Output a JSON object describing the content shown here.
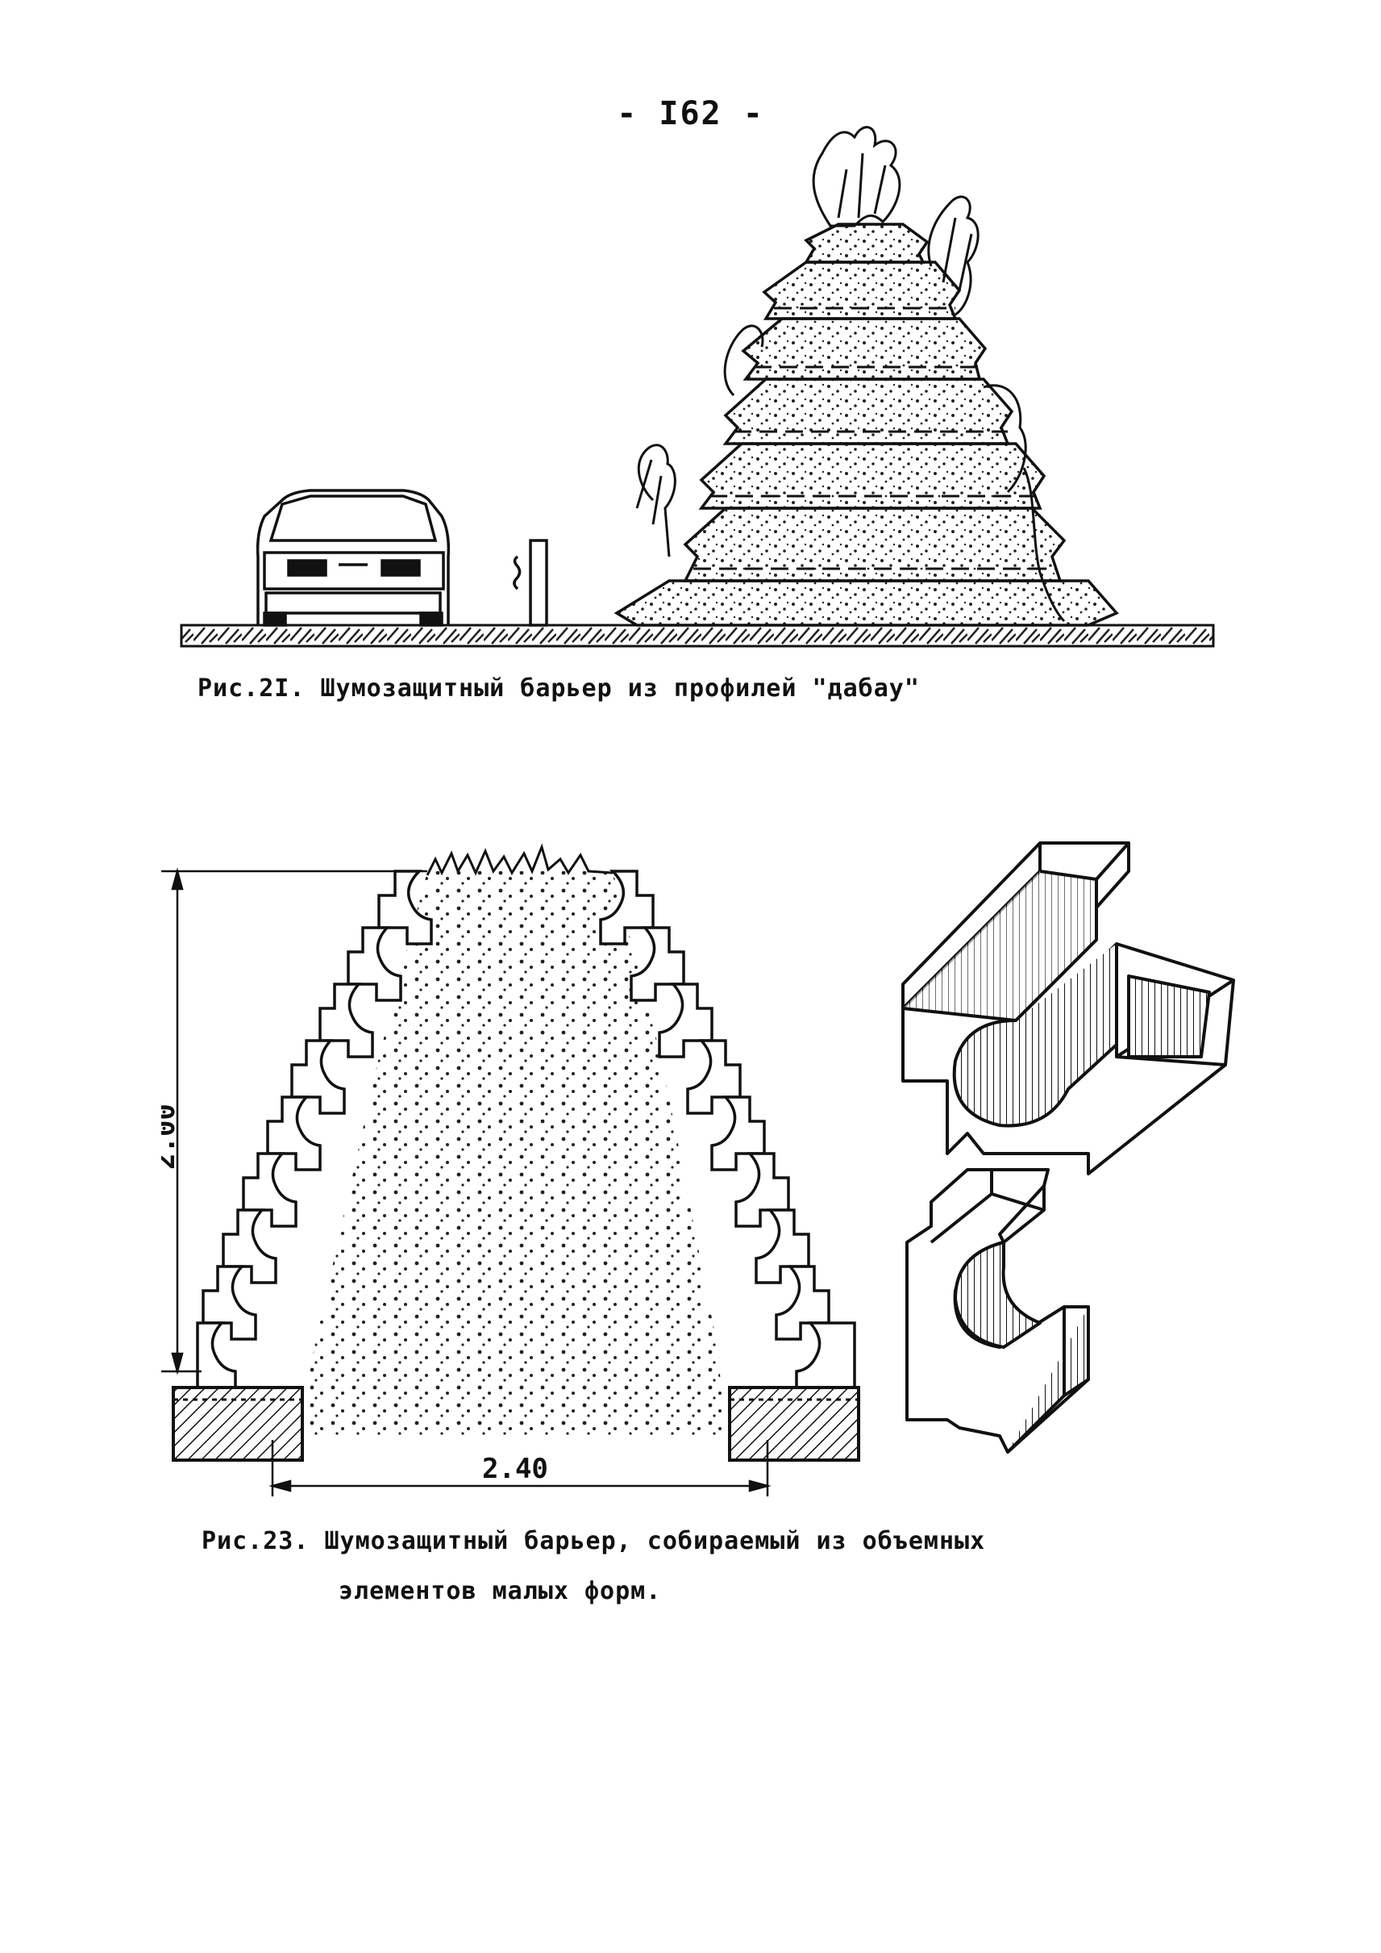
{
  "page": {
    "number": "- I62 -"
  },
  "figure21": {
    "caption": "Рис.2I. Шумозащитный барьер из профилей \"дабау\""
  },
  "figure23": {
    "height_label": "2.00",
    "width_label": "2.40",
    "caption_line1": "Рис.23. Шумозащитный барьер, собираемый из объемных",
    "caption_line2": "элементов малых форм."
  }
}
